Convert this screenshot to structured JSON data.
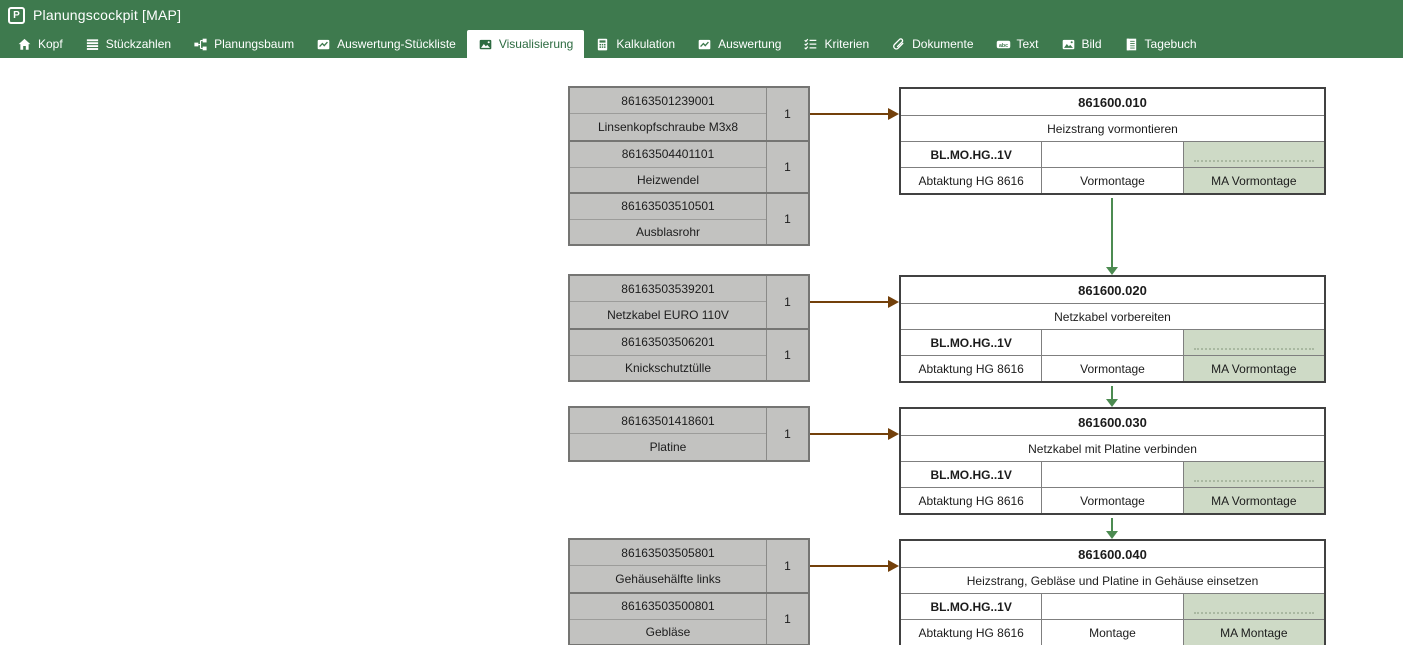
{
  "window": {
    "title": "Planungscockpit [MAP]",
    "app_icon_letter": "P"
  },
  "colors": {
    "titlebar_green": "#3E7A4E",
    "active_tab_text": "#2D6B41",
    "part_box_fill": "#C2C2C0",
    "green_cell_fill": "#CEDAC6",
    "arrow_brown": "#73400A",
    "arrow_green": "#4C8B51"
  },
  "tabs": [
    {
      "label": "Kopf",
      "icon": "home-icon",
      "active": false
    },
    {
      "label": "Stückzahlen",
      "icon": "list-icon",
      "active": false
    },
    {
      "label": "Planungsbaum",
      "icon": "tree-icon",
      "active": false
    },
    {
      "label": "Auswertung-Stückliste",
      "icon": "chart-icon",
      "active": false
    },
    {
      "label": "Visualisierung",
      "icon": "image-icon",
      "active": true
    },
    {
      "label": "Kalkulation",
      "icon": "calculator-icon",
      "active": false
    },
    {
      "label": "Auswertung",
      "icon": "chart-icon",
      "active": false
    },
    {
      "label": "Kriterien",
      "icon": "checklist-icon",
      "active": false
    },
    {
      "label": "Dokumente",
      "icon": "paperclip-icon",
      "active": false
    },
    {
      "label": "Text",
      "icon": "abc-icon",
      "active": false
    },
    {
      "label": "Bild",
      "icon": "image-icon",
      "active": false
    },
    {
      "label": "Tagebuch",
      "icon": "notebook-icon",
      "active": false
    }
  ],
  "diagram": {
    "part_groups": [
      {
        "parts": [
          {
            "number": "86163501239001",
            "name": "Linsenkopfschraube M3x8",
            "qty": "1"
          },
          {
            "number": "86163504401101",
            "name": "Heizwendel",
            "qty": "1"
          },
          {
            "number": "86163503510501",
            "name": "Ausblasrohr",
            "qty": "1"
          }
        ]
      },
      {
        "parts": [
          {
            "number": "86163503539201",
            "name": "Netzkabel EURO 110V",
            "qty": "1"
          },
          {
            "number": "86163503506201",
            "name": "Knickschutztülle",
            "qty": "1"
          }
        ]
      },
      {
        "parts": [
          {
            "number": "86163501418601",
            "name": "Platine",
            "qty": "1"
          }
        ]
      },
      {
        "parts": [
          {
            "number": "86163503505801",
            "name": "Gehäusehälfte links",
            "qty": "1"
          },
          {
            "number": "86163503500801",
            "name": "Gebläse",
            "qty": "1"
          }
        ]
      }
    ],
    "process_steps": [
      {
        "id": "861600.010",
        "description": "Heizstrang vormontieren",
        "line": "BL.MO.HG..1V",
        "takt": "Abtaktung HG 8616",
        "area": "Vormontage",
        "resource": "MA Vormontage"
      },
      {
        "id": "861600.020",
        "description": "Netzkabel vorbereiten",
        "line": "BL.MO.HG..1V",
        "takt": "Abtaktung HG 8616",
        "area": "Vormontage",
        "resource": "MA Vormontage"
      },
      {
        "id": "861600.030",
        "description": "Netzkabel mit Platine verbinden",
        "line": "BL.MO.HG..1V",
        "takt": "Abtaktung HG 8616",
        "area": "Vormontage",
        "resource": "MA Vormontage"
      },
      {
        "id": "861600.040",
        "description": "Heizstrang, Gebläse und Platine in Gehäuse einsetzen",
        "line": "BL.MO.HG..1V",
        "takt": "Abtaktung HG 8616",
        "area": "Montage",
        "resource": "MA Montage"
      }
    ]
  }
}
